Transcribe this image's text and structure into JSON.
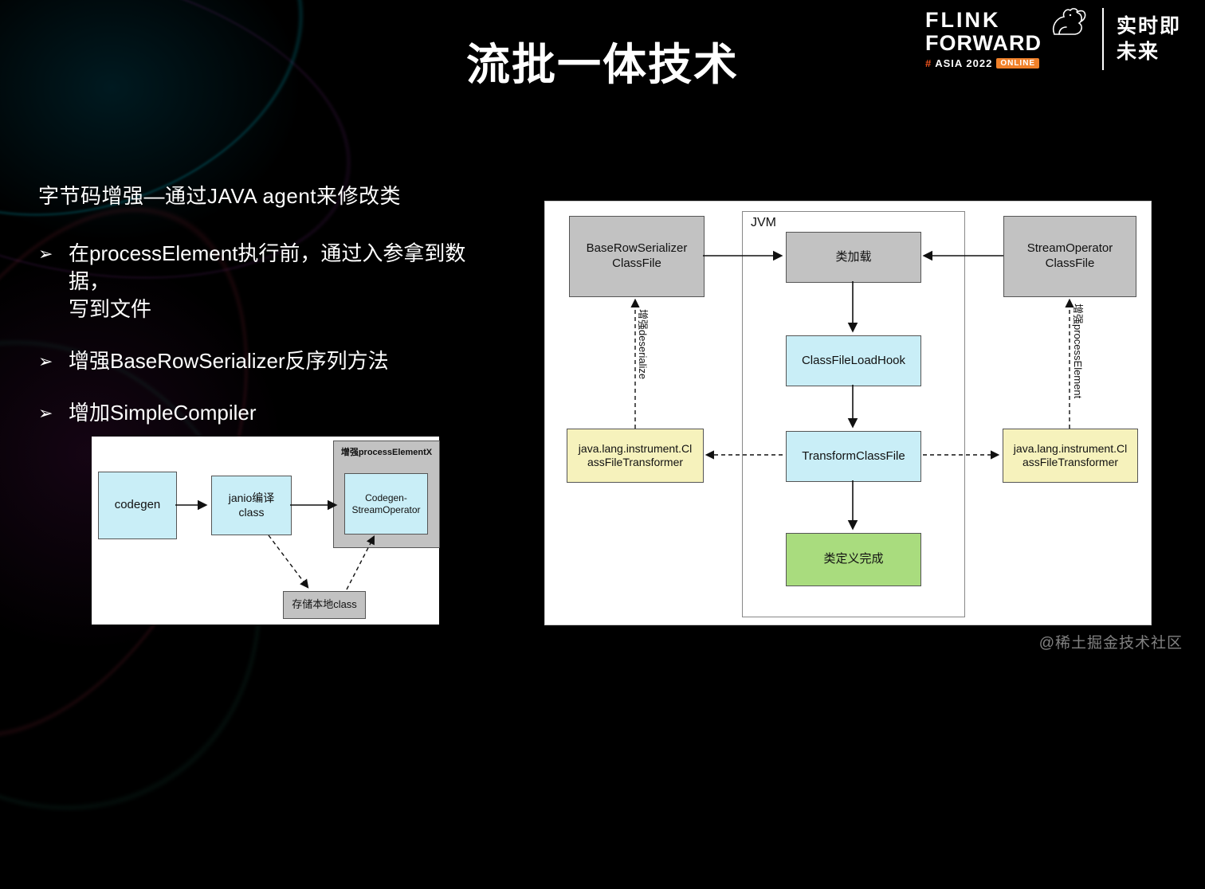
{
  "title": "流批一体技术",
  "watermark": "@稀土掘金技术社区",
  "logo": {
    "flink": "FLINK",
    "forward": "FORWARD",
    "hash": "#",
    "asia": "ASIA 2022",
    "online": "ONLINE",
    "tagline_line1": "实时即",
    "tagline_line2": "未来"
  },
  "content": {
    "heading": "字节码增强—通过JAVA agent来修改类",
    "bullet_marker": "➢",
    "bullets": [
      "在processElement执行前，通过入参拿到数\n据，\n写到文件",
      "增强BaseRowSerializer反序列方法",
      "增加SimpleCompiler"
    ]
  },
  "codegen_diagram": {
    "codegen": "codegen",
    "janio": "janio编译\nclass",
    "wrapper_label": "增强processElementX",
    "codegen_stream_operator": "Codegen-\nStreamOperator",
    "store_local_class": "存储本地class"
  },
  "jvm_diagram": {
    "jvm": "JVM",
    "base_row_serializer": "BaseRowSerializer\nClassFile",
    "class_load": "类加载",
    "stream_operator": "StreamOperator\nClassFile",
    "class_file_load_hook": "ClassFileLoadHook",
    "transform_class_file": "TransformClassFile",
    "class_definition_done": "类定义完成",
    "transformer_left": "java.lang.instrument.Cl\nassFileTransformer",
    "transformer_right": "java.lang.instrument.Cl\nassFileTransformer",
    "enhance_deserialize": "增强deserialize",
    "enhance_process_element": "增强processElement"
  },
  "colors": {
    "box_gray": "#c2c2c2",
    "box_cyan": "#c9eef7",
    "box_yellow": "#f6f2bc",
    "box_green": "#a9dc7e",
    "accent_orange": "#f0812a",
    "background": "#000000"
  }
}
